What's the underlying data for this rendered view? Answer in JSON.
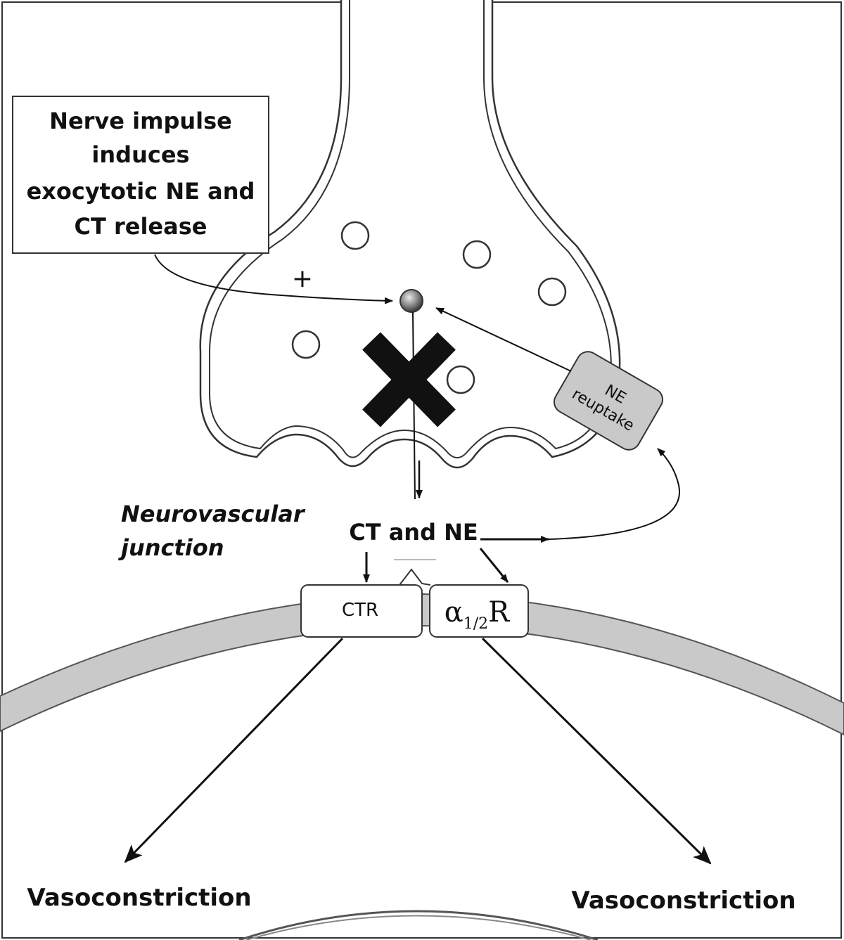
{
  "diagram": {
    "callout": {
      "lines": [
        "Nerve impulse",
        "induces",
        "exocytotic NE and",
        "CT release"
      ]
    },
    "plus_sign": "+",
    "reuptake": {
      "line1": "NE",
      "line2": "reuptake"
    },
    "junction": {
      "line1": "Neurovascular",
      "line2": "junction"
    },
    "released": "CT and NE",
    "ctr_label": "CTR",
    "alpha_receptor": {
      "symbol": "α",
      "subscript": "1/2",
      "suffix": "R"
    },
    "left_effect": "Vasoconstriction",
    "right_effect": "Vasoconstriction"
  }
}
